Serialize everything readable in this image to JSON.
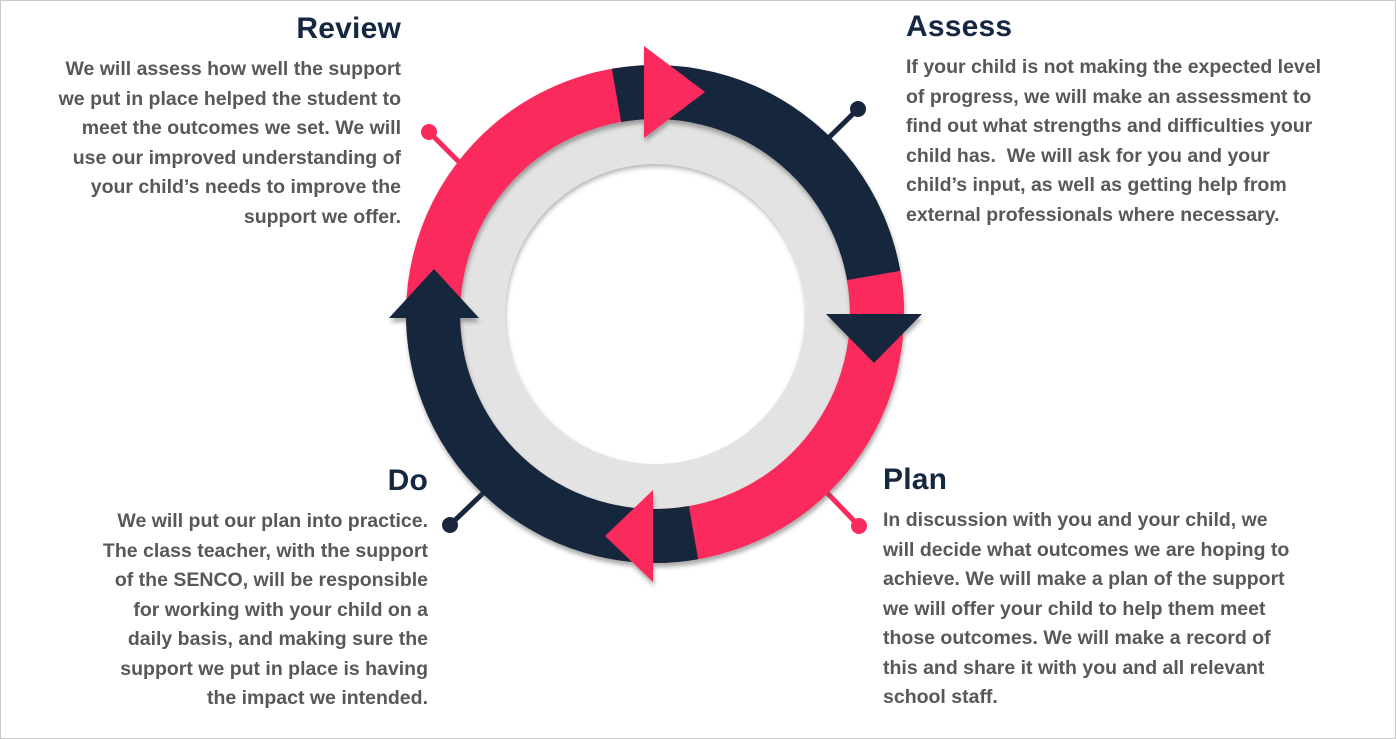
{
  "cycle": {
    "steps": [
      {
        "key": "review",
        "title": "Review",
        "description": [
          "We will assess how well the support",
          "we put in place helped the student to",
          "meet the outcomes we set. We will",
          "use our improved understanding of",
          "your child’s needs to improve the",
          "support we offer."
        ]
      },
      {
        "key": "assess",
        "title": "Assess",
        "description": [
          "If your child is not making the expected level",
          "of progress, we will make an assessment to",
          "find out what strengths and difficulties your",
          "child has.  We will ask for you and your",
          "child’s input, as well as getting help from",
          "external professionals where necessary."
        ]
      },
      {
        "key": "do",
        "title": "Do",
        "description": [
          "We will put our plan into practice.",
          "The class teacher, with the support",
          "of the SENCO, will be responsible",
          "for working with your child on a",
          "daily basis, and making sure the",
          "support we put in place is having",
          "the impact we intended."
        ]
      },
      {
        "key": "plan",
        "title": "Plan",
        "description": [
          "In discussion with you and your child, we",
          "will decide what outcomes we are hoping to",
          "achieve. We will make a plan of the support",
          "we will offer your child to help them meet",
          "those outcomes. We will make a record of",
          "this and share it with you and all relevant",
          "school staff."
        ]
      }
    ],
    "colors": {
      "pink": "#fa2b5c",
      "navy": "#17263d",
      "ring": "#e3e3e3",
      "heading": "#162840",
      "body": "#58585a",
      "border": "#c9c9c9"
    }
  }
}
